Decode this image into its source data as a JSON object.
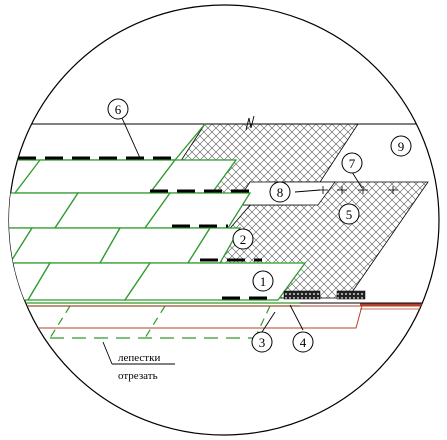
{
  "callouts": [
    {
      "id": "1",
      "label": "1"
    },
    {
      "id": "2",
      "label": "2"
    },
    {
      "id": "3",
      "label": "3"
    },
    {
      "id": "4",
      "label": "4"
    },
    {
      "id": "5",
      "label": "5"
    },
    {
      "id": "6",
      "label": "6"
    },
    {
      "id": "7",
      "label": "7"
    },
    {
      "id": "8",
      "label": "8"
    },
    {
      "id": "9",
      "label": "9"
    }
  ],
  "note": {
    "line1": "лепестки",
    "line2": "отрезать"
  },
  "colors": {
    "shingle_outline": "#2e9a2e",
    "ink": "#000000",
    "eave_strip": "#b5402a",
    "hatch": "#555555"
  }
}
